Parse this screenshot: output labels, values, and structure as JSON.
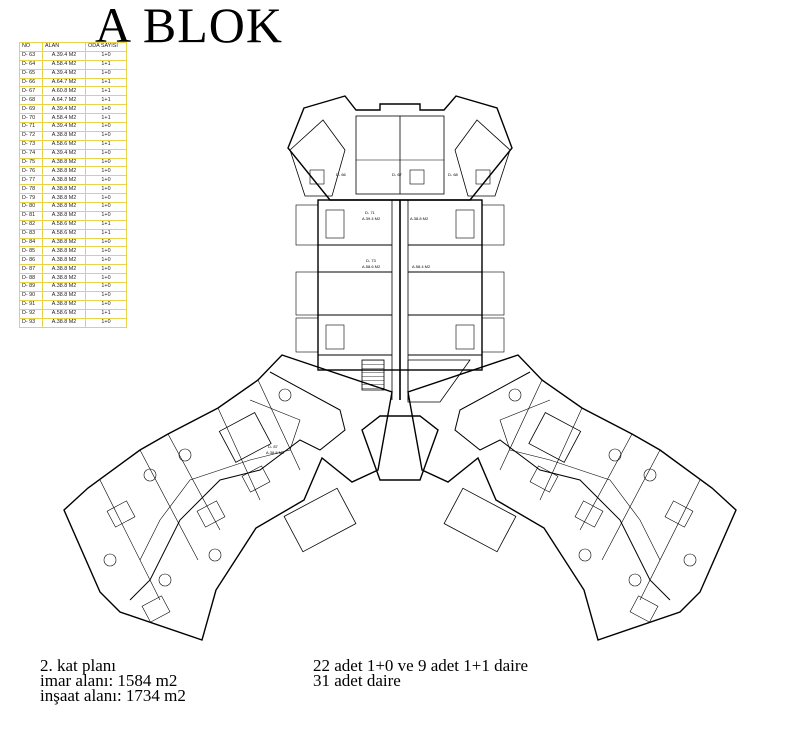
{
  "title": "A BLOK",
  "table": {
    "headers": [
      "NO",
      "ALAN",
      "ODA SAYISI"
    ],
    "rows": [
      [
        "D- 63",
        "A.39.4 M2",
        "1+0"
      ],
      [
        "D- 64",
        "A.58.4 M2",
        "1+1"
      ],
      [
        "D- 65",
        "A.39.4 M2",
        "1+0"
      ],
      [
        "D- 66",
        "A.64.7 M2",
        "1+1"
      ],
      [
        "D- 67",
        "A.60.8 M2",
        "1+1"
      ],
      [
        "D- 68",
        "A.64.7 M2",
        "1+1"
      ],
      [
        "D- 69",
        "A.39.4 M2",
        "1+0"
      ],
      [
        "D- 70",
        "A.58.4 M2",
        "1+1"
      ],
      [
        "D- 71",
        "A.39.4 M2",
        "1+0"
      ],
      [
        "D- 72",
        "A.38.8 M2",
        "1+0"
      ],
      [
        "D- 73",
        "A.58.6 M2",
        "1+1"
      ],
      [
        "D- 74",
        "A.39.4 M2",
        "1+0"
      ],
      [
        "D- 75",
        "A.38.8 M2",
        "1+0"
      ],
      [
        "D- 76",
        "A.38.8 M2",
        "1+0"
      ],
      [
        "D- 77",
        "A.38.8 M2",
        "1+0"
      ],
      [
        "D- 78",
        "A.38.8 M2",
        "1+0"
      ],
      [
        "D- 79",
        "A.38.8 M2",
        "1+0"
      ],
      [
        "D- 80",
        "A.38.8 M2",
        "1+0"
      ],
      [
        "D- 81",
        "A.38.8 M2",
        "1+0"
      ],
      [
        "D- 82",
        "A.58.6 M2",
        "1+1"
      ],
      [
        "D- 83",
        "A.58.6 M2",
        "1+1"
      ],
      [
        "D- 84",
        "A.38.8 M2",
        "1+0"
      ],
      [
        "D- 85",
        "A.38.8 M2",
        "1+0"
      ],
      [
        "D- 86",
        "A.38.8 M2",
        "1+0"
      ],
      [
        "D- 87",
        "A.38.8 M2",
        "1+0"
      ],
      [
        "D- 88",
        "A.38.8 M2",
        "1+0"
      ],
      [
        "D- 89",
        "A.38.8 M2",
        "1+0"
      ],
      [
        "D- 90",
        "A.38.8 M2",
        "1+0"
      ],
      [
        "D- 91",
        "A.38.8 M2",
        "1+0"
      ],
      [
        "D- 92",
        "A.58.6 M2",
        "1+1"
      ],
      [
        "D- 93",
        "A.38.8 M2",
        "1+0"
      ]
    ]
  },
  "plan_labels": {
    "d66": "D- 66",
    "d67": "D- 67",
    "d68": "D- 68",
    "d71": "D- 71",
    "d71_area": "A.39.4 M2",
    "d72_area": "A.38.8 M2",
    "d73": "D- 73",
    "d73_area": "A.58.6 M2",
    "d70_area": "A.58.4 M2",
    "d87": "D- 87",
    "d87_area": "A.38.8 M2"
  },
  "info": {
    "left": [
      "2. kat planı",
      "imar alanı: 1584 m2",
      "inşaat alanı: 1734 m2"
    ],
    "right": [
      "22 adet 1+0 ve 9 adet 1+1 daire",
      "31 adet daire"
    ]
  },
  "colors": {
    "table_border": "#e8d44a",
    "wall": "#000000",
    "furniture": "#444444"
  }
}
